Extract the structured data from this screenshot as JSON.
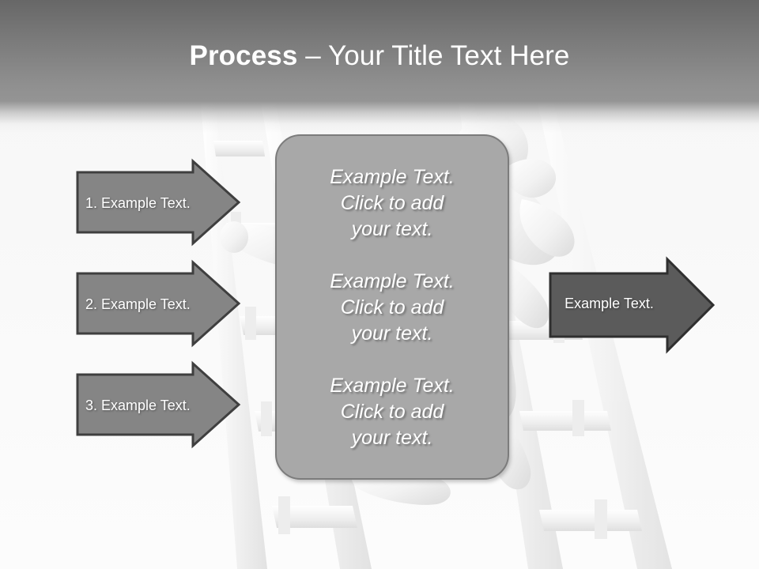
{
  "slide": {
    "title_bold": "Process",
    "title_rest": " – Your Title Text Here",
    "background_description": "white 3d figure climbing a white ladder"
  },
  "colors": {
    "header_top": "#676767",
    "header_bottom": "#949494",
    "arrow_left_fill": "#858585",
    "arrow_left_border": "#3f3f3f",
    "arrow_right_fill": "#5b5b5b",
    "arrow_right_border": "#2f2f2f",
    "panel_fill": "#a8a8a8",
    "panel_border": "#7c7c7c",
    "text_light": "#ffffff",
    "ladder": "#f0f0f0"
  },
  "left_arrows": [
    {
      "label": "1. Example Text."
    },
    {
      "label": "2. Example Text."
    },
    {
      "label": "3. Example Text."
    }
  ],
  "center_panel": {
    "blocks": [
      "Example Text.\nClick  to add\nyour text.",
      "Example Text.\nClick  to add\nyour text.",
      "Example Text.\nClick  to add\nyour text."
    ]
  },
  "right_arrow": {
    "label": "Example Text."
  }
}
